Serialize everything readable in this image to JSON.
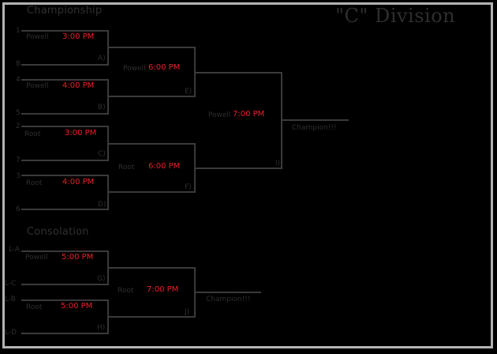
{
  "header": {
    "division_title": "\"C\" Division"
  },
  "colors": {
    "background": "#000000",
    "lines": "#3a3a3a",
    "text": "#2e2e2e",
    "time": "#e8202a",
    "frame": "#b3b3b3"
  },
  "championship": {
    "title": "Championship",
    "round1": [
      {
        "seed_top": "1",
        "seed_bottom": "8",
        "venue": "Powell",
        "time": "3:00 PM",
        "game": "A)"
      },
      {
        "seed_top": "4",
        "seed_bottom": "5",
        "venue": "Powell",
        "time": "4:00 PM",
        "game": "B)"
      },
      {
        "seed_top": "2",
        "seed_bottom": "7",
        "venue": "Root",
        "time": "3:00 PM",
        "game": "C)"
      },
      {
        "seed_top": "3",
        "seed_bottom": "6",
        "venue": "Root",
        "time": "4:00 PM",
        "game": "D)"
      }
    ],
    "round2": [
      {
        "venue": "Powell",
        "time": "6:00 PM",
        "game": "E)"
      },
      {
        "venue": "Root",
        "time": "6:00 PM",
        "game": "F)"
      }
    ],
    "final": {
      "venue": "Powell",
      "time": "7:00 PM",
      "game": "I)"
    },
    "champion_label": "Champion!!!"
  },
  "consolation": {
    "title": "Consolation",
    "round1": [
      {
        "seed_top": "L-A",
        "seed_bottom": "L-C",
        "venue": "Powell",
        "time": "5:00 PM",
        "game": "G)"
      },
      {
        "seed_top": "L-B",
        "seed_bottom": "L-D",
        "venue": "Root",
        "time": "5:00 PM",
        "game": "H)"
      }
    ],
    "final": {
      "venue": "Root",
      "time": "7:00 PM",
      "game": "J)"
    },
    "champion_label": "Champion!!!"
  }
}
